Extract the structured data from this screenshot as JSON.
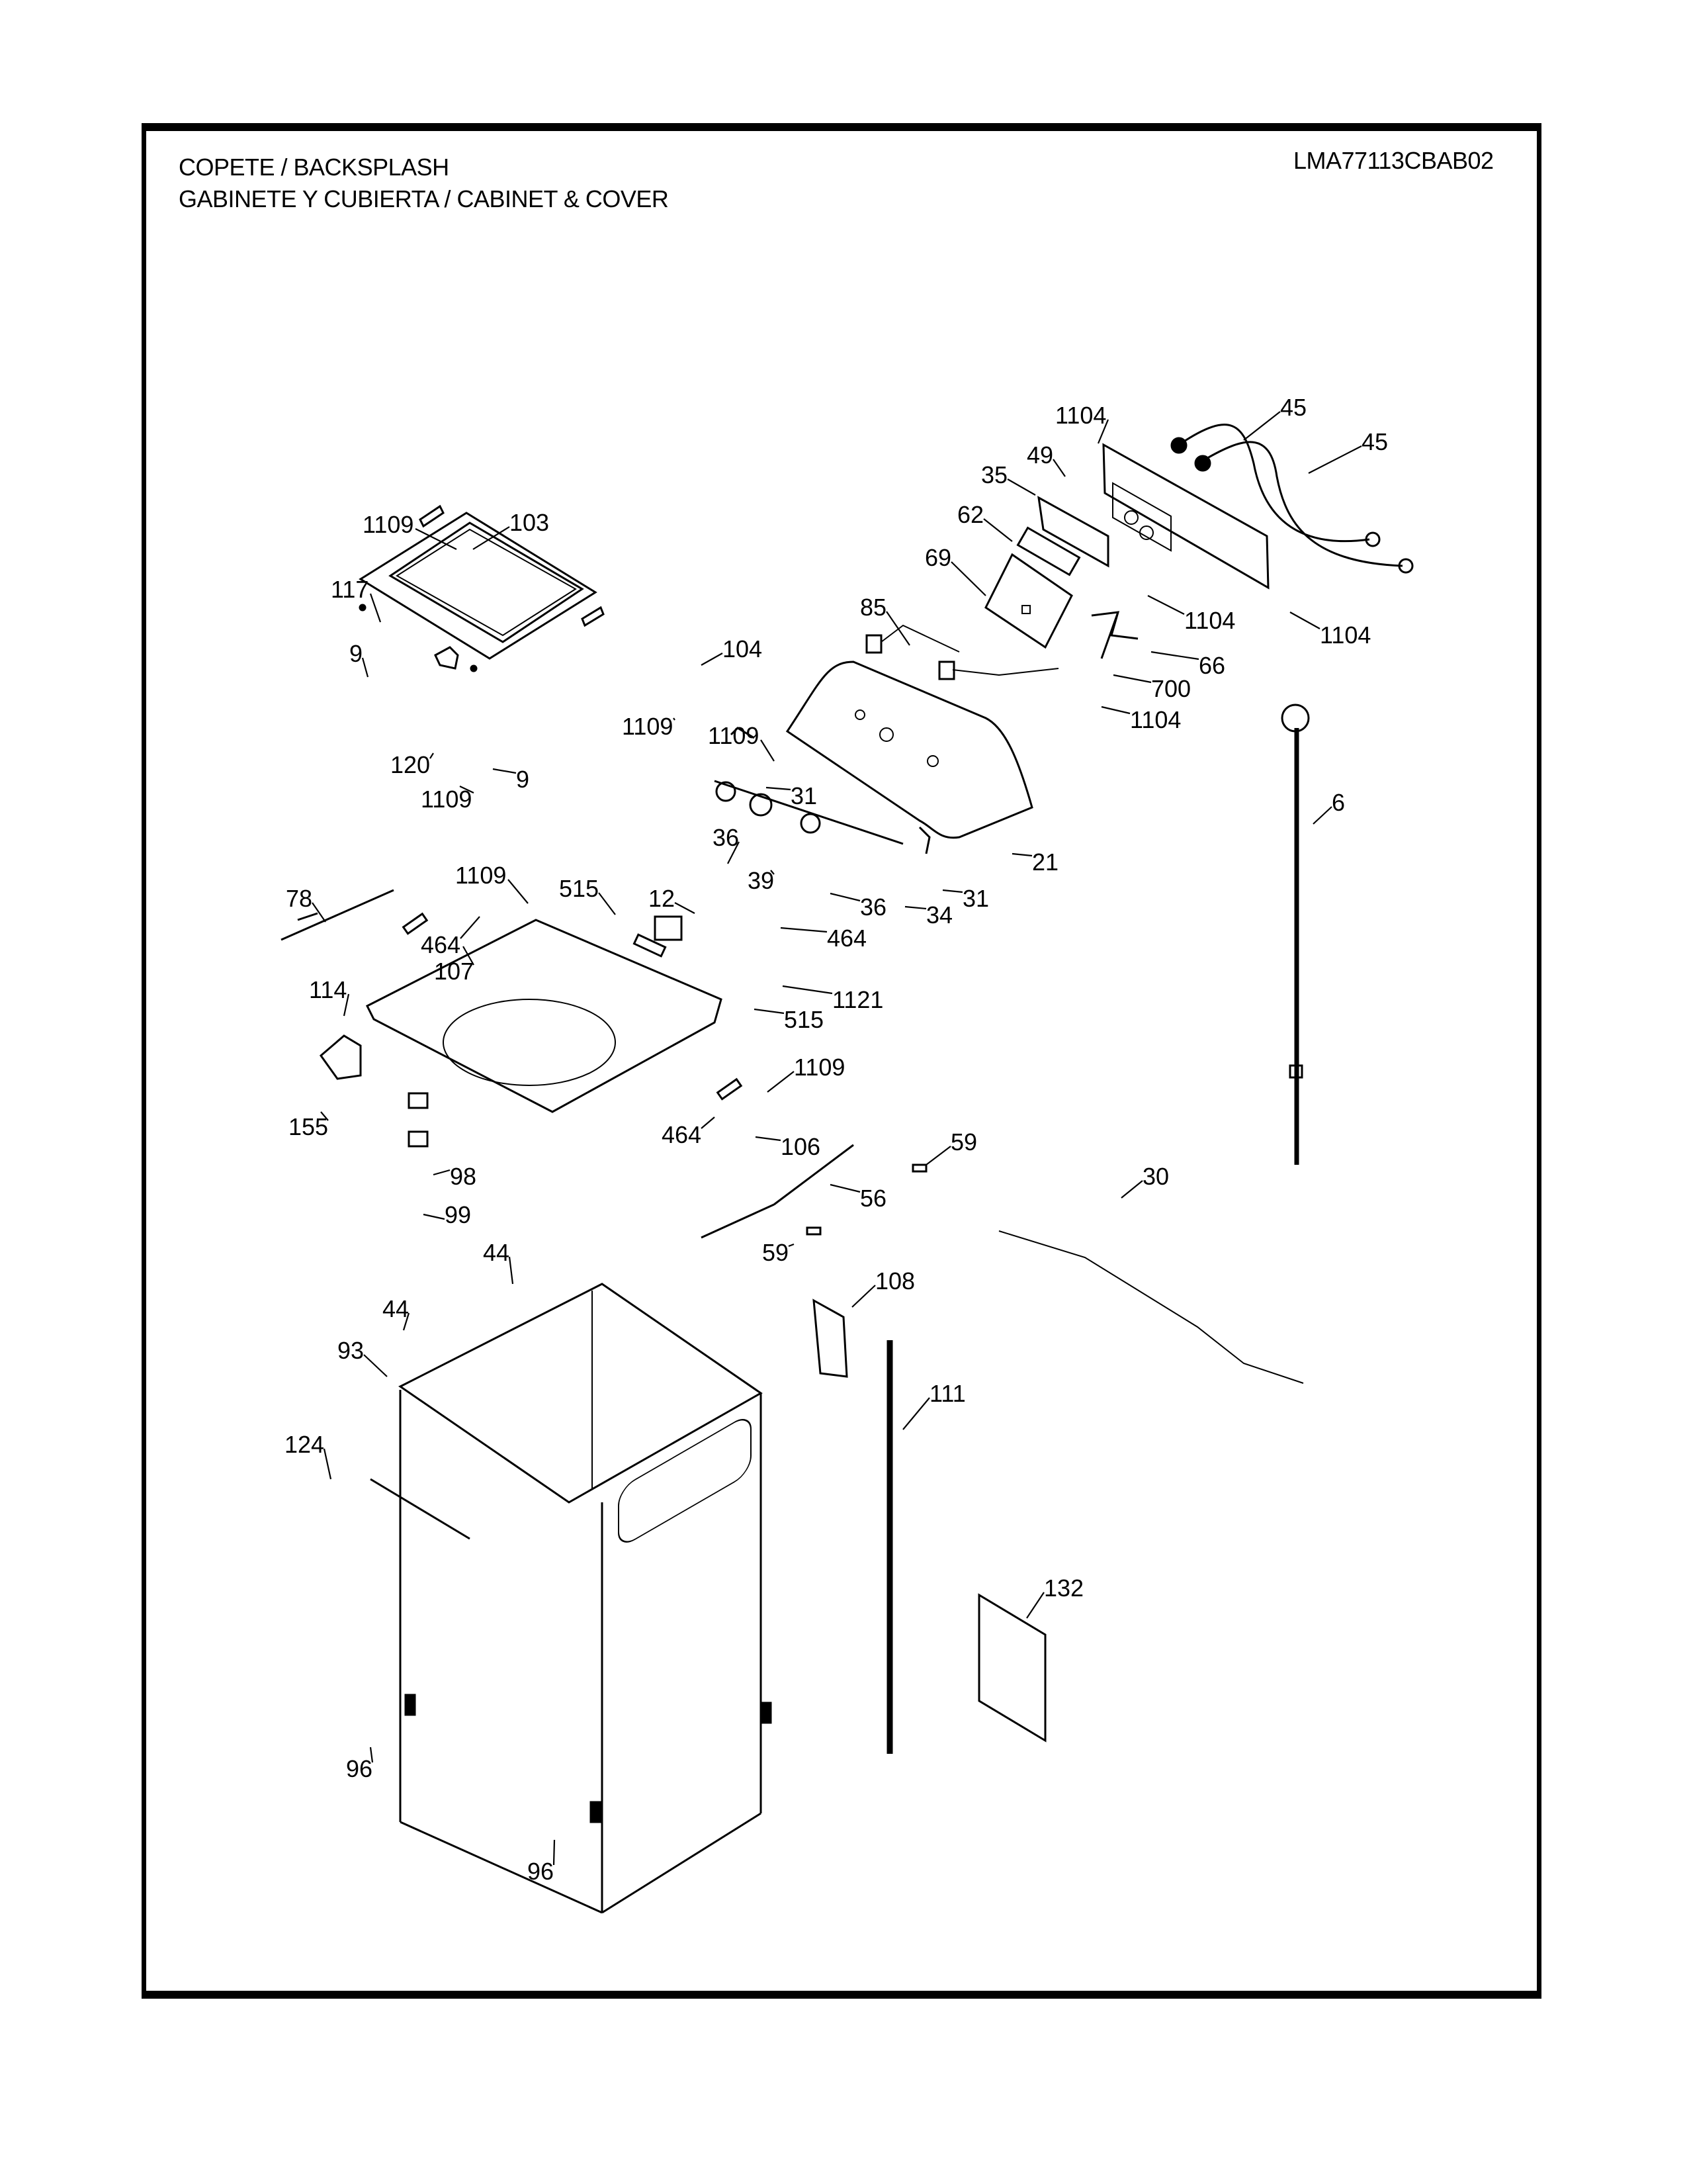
{
  "header": {
    "title_line1": "COPETE / BACKSPLASH",
    "title_line2": "GABINETE Y CUBIERTA / CABINET & COVER",
    "model_number": "LMA77113CBAB02"
  },
  "callouts": [
    {
      "id": "c-1104-a",
      "label": "1104"
    },
    {
      "id": "c-45-a",
      "label": "45"
    },
    {
      "id": "c-45-b",
      "label": "45"
    },
    {
      "id": "c-49",
      "label": "49"
    },
    {
      "id": "c-35",
      "label": "35"
    },
    {
      "id": "c-62",
      "label": "62"
    },
    {
      "id": "c-1109-a",
      "label": "1109"
    },
    {
      "id": "c-103",
      "label": "103"
    },
    {
      "id": "c-69",
      "label": "69"
    },
    {
      "id": "c-117",
      "label": "117"
    },
    {
      "id": "c-1104-b",
      "label": "1104"
    },
    {
      "id": "c-1104-c",
      "label": "1104"
    },
    {
      "id": "c-85",
      "label": "85"
    },
    {
      "id": "c-66",
      "label": "66"
    },
    {
      "id": "c-9-a",
      "label": "9"
    },
    {
      "id": "c-104",
      "label": "104"
    },
    {
      "id": "c-700",
      "label": "700"
    },
    {
      "id": "c-1104-d",
      "label": "1104"
    },
    {
      "id": "c-1109-b",
      "label": "1109"
    },
    {
      "id": "c-1109-c",
      "label": "1109"
    },
    {
      "id": "c-120",
      "label": "120"
    },
    {
      "id": "c-9-b",
      "label": "9"
    },
    {
      "id": "c-31-a",
      "label": "31"
    },
    {
      "id": "c-1109-d",
      "label": "1109"
    },
    {
      "id": "c-36-a",
      "label": "36"
    },
    {
      "id": "c-6",
      "label": "6"
    },
    {
      "id": "c-21",
      "label": "21"
    },
    {
      "id": "c-39",
      "label": "39"
    },
    {
      "id": "c-36-b",
      "label": "36"
    },
    {
      "id": "c-31-b",
      "label": "31"
    },
    {
      "id": "c-34",
      "label": "34"
    },
    {
      "id": "c-78",
      "label": "78"
    },
    {
      "id": "c-1109-e",
      "label": "1109"
    },
    {
      "id": "c-515-a",
      "label": "515"
    },
    {
      "id": "c-12",
      "label": "12"
    },
    {
      "id": "c-464-a",
      "label": "464"
    },
    {
      "id": "c-464-b",
      "label": "464"
    },
    {
      "id": "c-107",
      "label": "107"
    },
    {
      "id": "c-114",
      "label": "114"
    },
    {
      "id": "c-1121",
      "label": "1121"
    },
    {
      "id": "c-515-b",
      "label": "515"
    },
    {
      "id": "c-1109-f",
      "label": "1109"
    },
    {
      "id": "c-155",
      "label": "155"
    },
    {
      "id": "c-464-c",
      "label": "464"
    },
    {
      "id": "c-106",
      "label": "106"
    },
    {
      "id": "c-59-a",
      "label": "59"
    },
    {
      "id": "c-98",
      "label": "98"
    },
    {
      "id": "c-56",
      "label": "56"
    },
    {
      "id": "c-30",
      "label": "30"
    },
    {
      "id": "c-99",
      "label": "99"
    },
    {
      "id": "c-59-b",
      "label": "59"
    },
    {
      "id": "c-44-a",
      "label": "44"
    },
    {
      "id": "c-108",
      "label": "108"
    },
    {
      "id": "c-44-b",
      "label": "44"
    },
    {
      "id": "c-93",
      "label": "93"
    },
    {
      "id": "c-111",
      "label": "111"
    },
    {
      "id": "c-124",
      "label": "124"
    },
    {
      "id": "c-132",
      "label": "132"
    },
    {
      "id": "c-96-a",
      "label": "96"
    },
    {
      "id": "c-96-b",
      "label": "96"
    }
  ]
}
